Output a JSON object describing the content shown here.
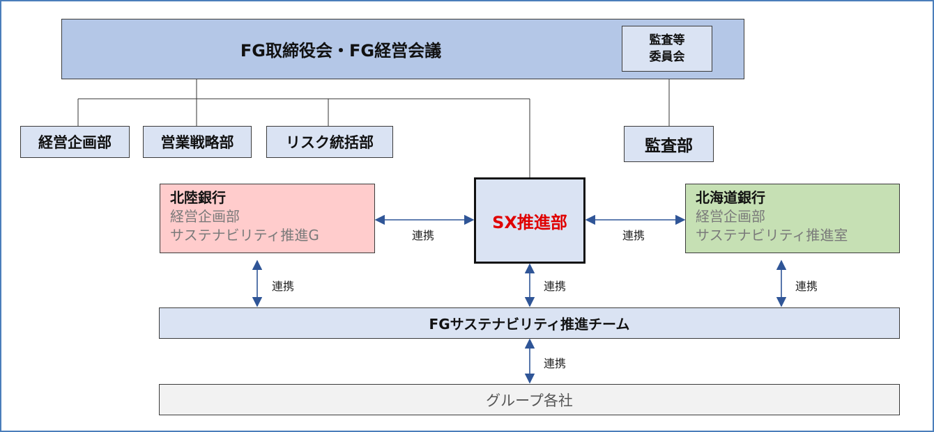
{
  "board": {
    "title": "FG取締役会・FG経営会議"
  },
  "audit_committee": {
    "line1": "監査等",
    "line2": "委員会"
  },
  "departments": {
    "planning": "経営企画部",
    "sales": "営業戦略部",
    "risk": "リスク統括部",
    "audit": "監査部"
  },
  "sx_dept": {
    "label": "SX推進部"
  },
  "banks": {
    "hokuriku": {
      "name": "北陸銀行",
      "dept": "経営企画部",
      "unit": "サステナビリティ推進G"
    },
    "hokkaido": {
      "name": "北海道銀行",
      "dept": "経営企画部",
      "unit": "サステナビリティ推進室"
    }
  },
  "fg_team": {
    "label": "FGサステナビリティ推進チーム"
  },
  "group_companies": {
    "label": "グループ各社"
  },
  "links": {
    "hokuriku_sx": "連携",
    "sx_hokkaido": "連携",
    "hokuriku_team": "連携",
    "sx_team": "連携",
    "hokkaido_team": "連携",
    "team_group": "連携"
  },
  "colors": {
    "frame": "#4a7ebb",
    "board": "#b4c7e7",
    "light_box": "#dae3f3",
    "hokuriku": "#ffcccc",
    "hokkaido": "#c6e0b4",
    "group": "#f2f2f2",
    "arrow": "#2f5597",
    "sx_text": "#e00000"
  }
}
